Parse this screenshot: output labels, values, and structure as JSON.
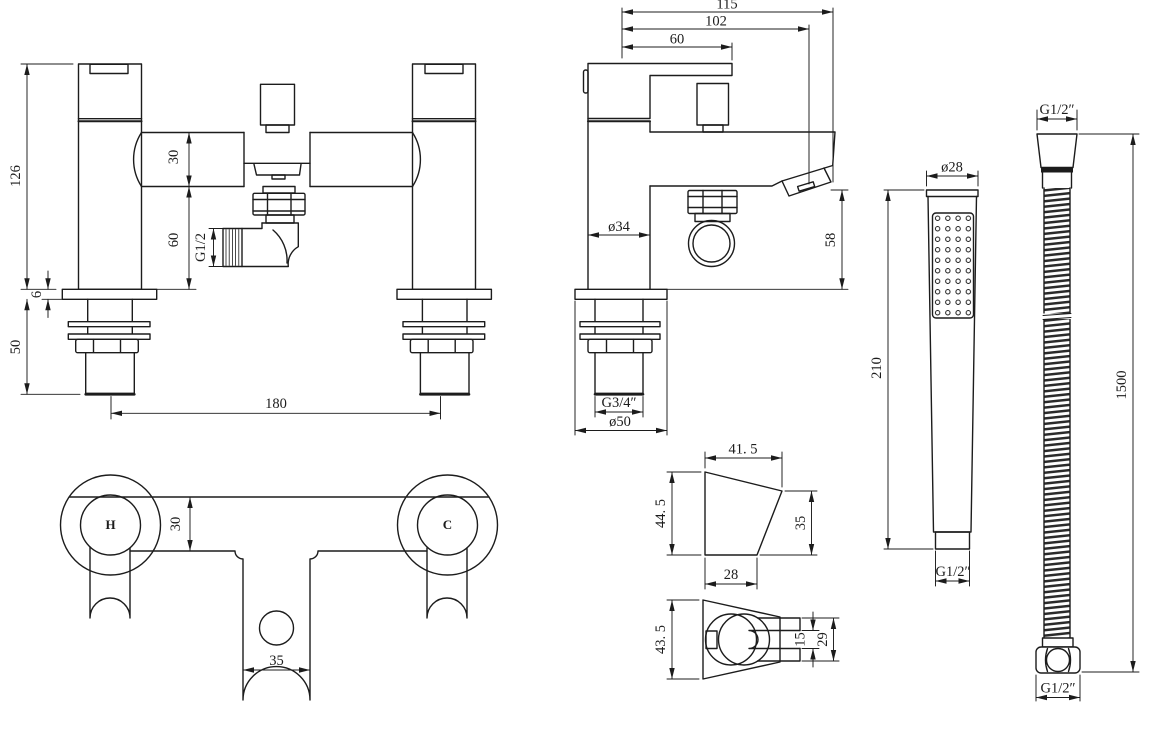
{
  "drawing": {
    "background": "#ffffff",
    "line_color": "#1c1c1c",
    "views": {
      "front": {
        "dims": {
          "height": "126",
          "body_height": "30",
          "outlet_drop": "60",
          "outlet_thread": "G1/2",
          "deck_thickness": "6",
          "shank_length": "50",
          "tap_centers": "180"
        }
      },
      "side": {
        "dims": {
          "total_depth": "115",
          "spout_reach": "102",
          "handle_depth": "60",
          "body_diameter": "ø34",
          "spout_height": "58",
          "shank_thread": "G3/4″",
          "base_diameter": "ø50"
        }
      },
      "handset": {
        "dims": {
          "head_diameter": "ø28",
          "length": "210",
          "thread": "G1/2″"
        }
      },
      "hose": {
        "dims": {
          "top_thread": "G1/2″",
          "length": "1500",
          "bottom_thread": "G1/2″"
        }
      },
      "plan": {
        "hot_label": "H",
        "cold_label": "C",
        "dims": {
          "bar_width": "30",
          "tee_width": "35"
        }
      },
      "bracket_side": {
        "dims": {
          "top_width": "41. 5",
          "left_height": "44. 5",
          "right_height": "35",
          "bottom_width": "28"
        }
      },
      "bracket_top": {
        "dims": {
          "height": "43. 5",
          "slot_width": "15",
          "fork_width": "29"
        }
      }
    }
  }
}
